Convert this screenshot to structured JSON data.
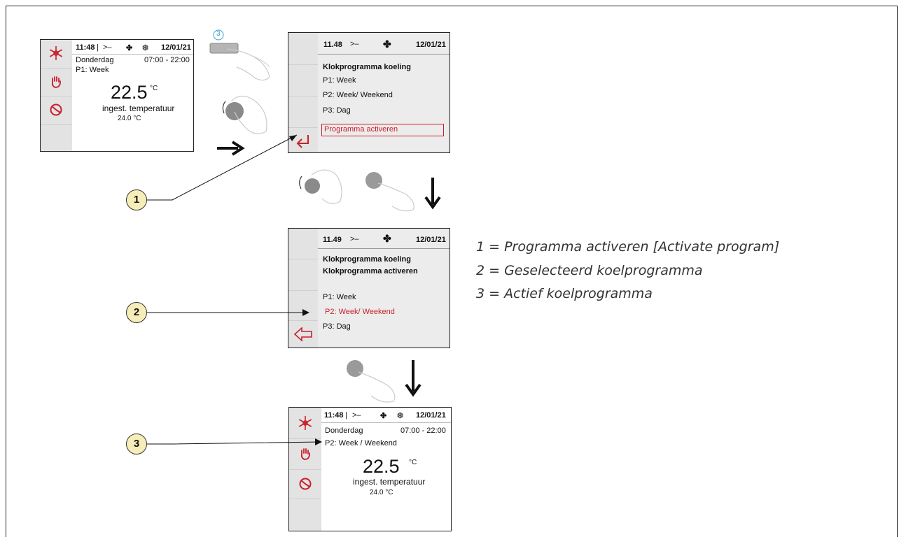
{
  "screen1": {
    "time": "11:48",
    "separator": "|",
    "date": "12/01/21",
    "day": "Donderdag",
    "hours": "07:00 - 22:00",
    "program": "P1: Week",
    "temp": "22.5",
    "temp_unit": "°C",
    "temp_label": "ingest. temperatuur",
    "set_temp": "24.0 °C"
  },
  "screen2": {
    "time": "11.48",
    "date": "12/01/21",
    "title": "Klokprogramma koeling",
    "items": [
      "P1: Week",
      "P2: Week/ Weekend",
      "P3: Dag"
    ],
    "action": "Programma activeren"
  },
  "screen3": {
    "time": "11.49",
    "date": "12/01/21",
    "title": "Klokprogramma koeling",
    "subtitle": "Klokprogramma activeren",
    "items": [
      "P1: Week",
      "P2: Week/ Weekend",
      "P3: Dag"
    ]
  },
  "screen4": {
    "time": "11:48",
    "separator": "|",
    "date": "12/01/21",
    "day": "Donderdag",
    "hours": "07:00 - 22:00",
    "program": "P2: Week / Weekend",
    "temp": "22.5",
    "temp_unit": "°C",
    "temp_label": "ingest. temperatuur",
    "set_temp": "24.0 °C"
  },
  "button_step": "3",
  "callouts": [
    "1",
    "2",
    "3"
  ],
  "legend": [
    "1 = Programma activeren [Activate program]",
    "2 = Geselecteerd koelprogramma",
    "3 = Actief koelprogramma"
  ],
  "colors": {
    "accent_red": "#c8202b",
    "callout_fill": "#f7edb8",
    "side_grey": "#e3e3e3"
  }
}
